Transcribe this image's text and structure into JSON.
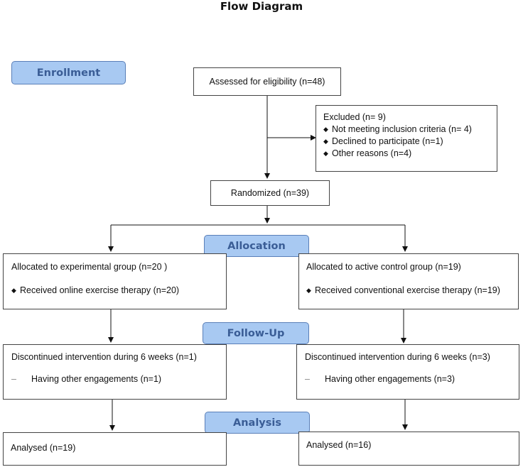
{
  "title": "Flow Diagram",
  "stages": {
    "enrollment": "Enrollment",
    "allocation": "Allocation",
    "followup": "Follow-Up",
    "analysis": "Analysis"
  },
  "assessed": "Assessed for eligibility (n=48)",
  "excluded": {
    "heading": "Excluded  (n= 9)",
    "items": [
      "Not meeting inclusion criteria (n= 4)",
      "Declined to participate (n=1)",
      "Other reasons (n=4)"
    ]
  },
  "randomized": "Randomized (n=39)",
  "experimental": {
    "allocated": "Allocated to experimental group (n=20 )",
    "received": "Received online exercise therapy (n=20)",
    "discontinued": "Discontinued intervention during 6 weeks (n=1)",
    "reason": "Having other engagements (n=1)",
    "analysed": "Analysed  (n=19)"
  },
  "control": {
    "allocated": "Allocated to active control group (n=19)",
    "received": "Received conventional exercise therapy (n=19)",
    "discontinued": "Discontinued intervention during 6 weeks (n=3)",
    "reason": "Having other engagements (n=3)",
    "analysed": "Analysed  (n=16)"
  }
}
